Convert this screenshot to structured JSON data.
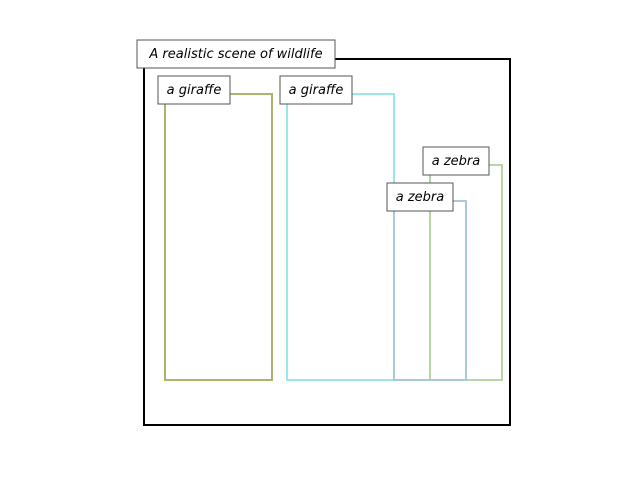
{
  "scene": {
    "caption": "A realistic scene of wildlife",
    "frame_color": "#000000"
  },
  "boxes": [
    {
      "label": "a giraffe",
      "color": "#aab56c"
    },
    {
      "label": "a giraffe",
      "color": "#9ae8e6"
    },
    {
      "label": "a zebra",
      "color": "#b7d6a5"
    },
    {
      "label": "a zebra",
      "color": "#a6cad6"
    }
  ]
}
